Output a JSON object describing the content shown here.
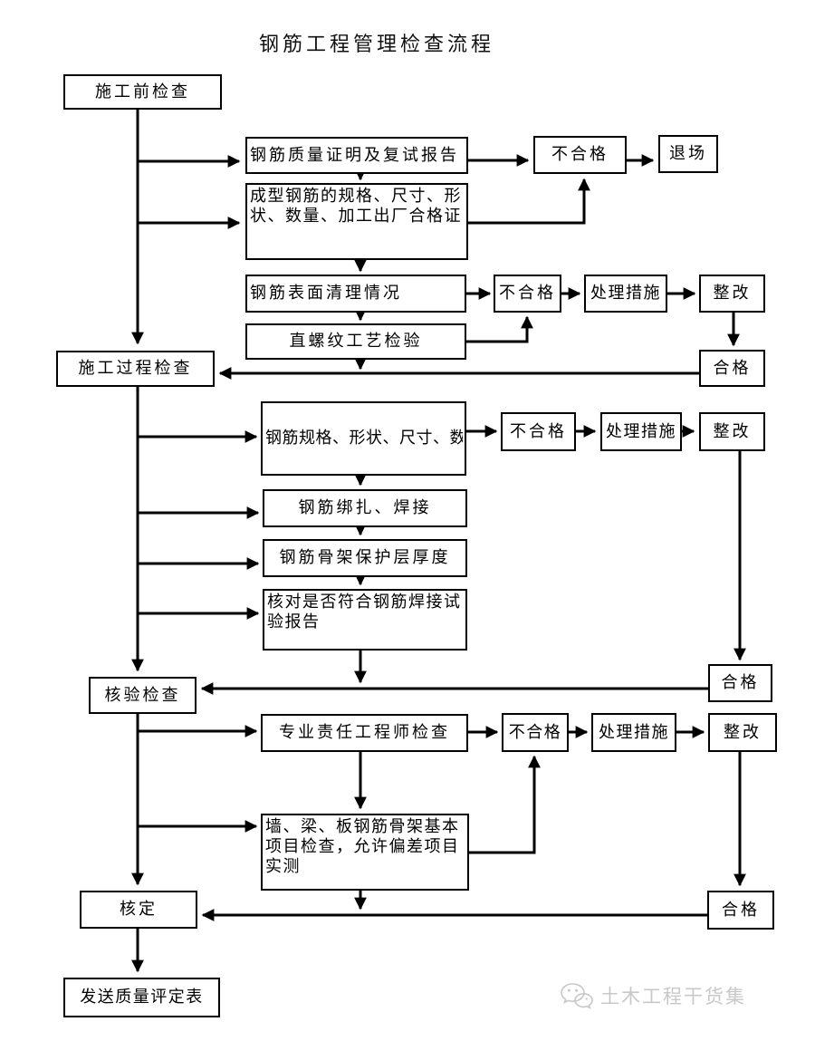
{
  "title": "钢筋工程管理检查流程",
  "nodes": {
    "pre_check": "施工前检查",
    "quality_cert": "钢筋质量证明及复试报告",
    "unqualified_1": "不合格",
    "exit_site": "退场",
    "formed_rebar": "成型钢筋的规格、尺寸、形状、数量、加工出厂合格证",
    "surface_clean": "钢筋表面清理情况",
    "unqualified_2": "不合格",
    "measures_2": "处理措施",
    "rectify_2": "整改",
    "thread_test": "直螺纹工艺检验",
    "process_check": "施工过程检查",
    "qualified_1": "合格",
    "spec_check": "钢筋规格、形状、尺寸、数",
    "unqualified_3": "不合格",
    "measures_3": "处理措施",
    "rectify_3": "整改",
    "binding_weld": "钢筋绑扎、焊接",
    "cover_thickness": "钢筋骨架保护层厚度",
    "verify_weld_report": "核对是否符合钢筋焊接试验报告",
    "verify_check": "核验检查",
    "qualified_2": "合格",
    "engineer_check": "专业责任工程师检查",
    "unqualified_4": "不合格",
    "measures_4": "处理措施",
    "rectify_4": "整改",
    "wall_beam_slab": "墙、梁、板钢筋骨架基本项目检查，允许偏差项目实测",
    "approve": "核定",
    "qualified_3": "合格",
    "send_form": "发送质量评定表"
  },
  "edges": [
    {
      "from": "pre_check",
      "to": "quality_cert"
    },
    {
      "from": "pre_check",
      "to": "formed_rebar"
    },
    {
      "from": "pre_check",
      "to": "process_check"
    },
    {
      "from": "quality_cert",
      "to": "unqualified_1"
    },
    {
      "from": "unqualified_1",
      "to": "exit_site"
    },
    {
      "from": "quality_cert",
      "to": "formed_rebar"
    },
    {
      "from": "formed_rebar",
      "to": "unqualified_1"
    },
    {
      "from": "formed_rebar",
      "to": "surface_clean"
    },
    {
      "from": "surface_clean",
      "to": "unqualified_2"
    },
    {
      "from": "unqualified_2",
      "to": "measures_2"
    },
    {
      "from": "measures_2",
      "to": "rectify_2"
    },
    {
      "from": "rectify_2",
      "to": "qualified_1"
    },
    {
      "from": "surface_clean",
      "to": "thread_test"
    },
    {
      "from": "thread_test",
      "to": "unqualified_2"
    },
    {
      "from": "thread_test",
      "to": "process_check"
    },
    {
      "from": "qualified_1",
      "to": "process_check"
    },
    {
      "from": "process_check",
      "to": "spec_check"
    },
    {
      "from": "spec_check",
      "to": "unqualified_3"
    },
    {
      "from": "unqualified_3",
      "to": "measures_3"
    },
    {
      "from": "measures_3",
      "to": "rectify_3"
    },
    {
      "from": "rectify_3",
      "to": "qualified_2"
    },
    {
      "from": "spec_check",
      "to": "binding_weld"
    },
    {
      "from": "process_check",
      "to": "binding_weld"
    },
    {
      "from": "binding_weld",
      "to": "cover_thickness"
    },
    {
      "from": "process_check",
      "to": "cover_thickness"
    },
    {
      "from": "cover_thickness",
      "to": "verify_weld_report"
    },
    {
      "from": "process_check",
      "to": "verify_weld_report"
    },
    {
      "from": "verify_weld_report",
      "to": "verify_check"
    },
    {
      "from": "qualified_2",
      "to": "verify_check"
    },
    {
      "from": "process_check",
      "to": "verify_check"
    },
    {
      "from": "verify_check",
      "to": "engineer_check"
    },
    {
      "from": "engineer_check",
      "to": "unqualified_4"
    },
    {
      "from": "unqualified_4",
      "to": "measures_4"
    },
    {
      "from": "measures_4",
      "to": "rectify_4"
    },
    {
      "from": "rectify_4",
      "to": "qualified_3"
    },
    {
      "from": "engineer_check",
      "to": "wall_beam_slab"
    },
    {
      "from": "verify_check",
      "to": "wall_beam_slab"
    },
    {
      "from": "wall_beam_slab",
      "to": "unqualified_4"
    },
    {
      "from": "wall_beam_slab",
      "to": "approve"
    },
    {
      "from": "qualified_3",
      "to": "approve"
    },
    {
      "from": "verify_check",
      "to": "approve"
    },
    {
      "from": "approve",
      "to": "send_form"
    }
  ],
  "watermark": {
    "text": "土木工程干货集",
    "icon": "wechat-icon"
  },
  "colors": {
    "line": "#000000",
    "box_border": "#000000",
    "background": "#ffffff",
    "watermark": "#c8c8c8"
  }
}
